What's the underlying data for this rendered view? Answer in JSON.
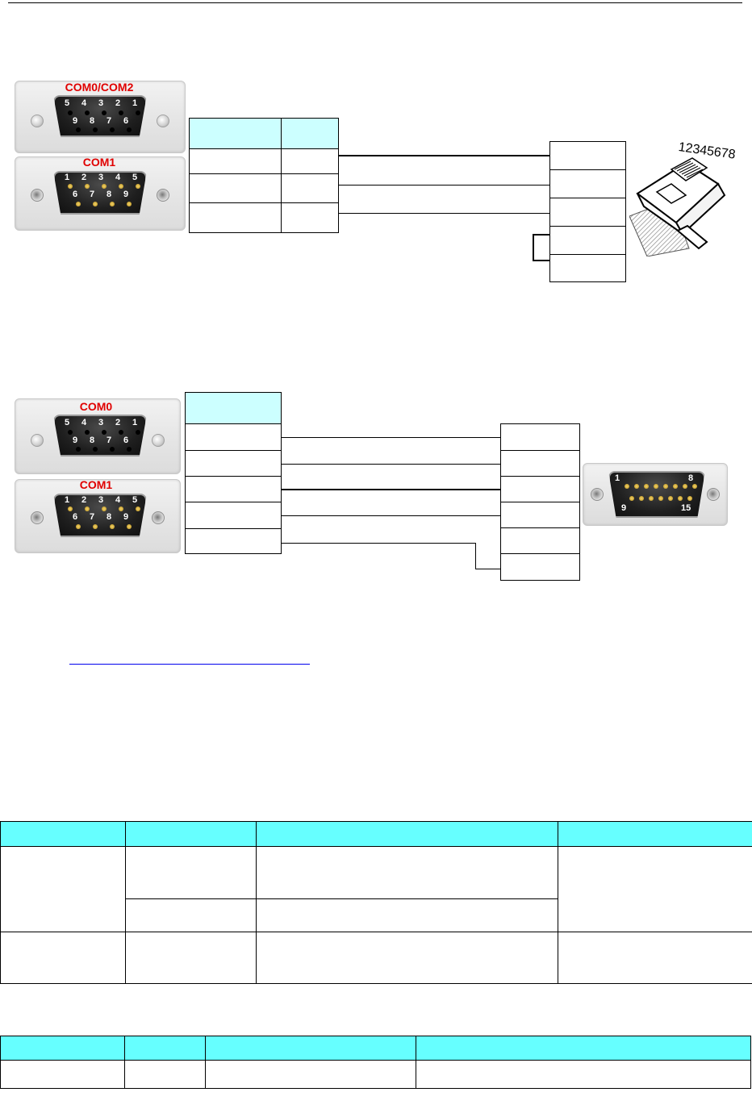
{
  "connectors": {
    "top": {
      "upper_label": "COM0/COM2",
      "lower_label": "COM1"
    },
    "mid": {
      "upper_label": "COM0",
      "lower_label": "COM1"
    },
    "female_pins_top_row": [
      "5",
      "4",
      "3",
      "2",
      "1"
    ],
    "female_pins_bottom_row": [
      "9",
      "8",
      "7",
      "6"
    ],
    "male_pins_top_row": [
      "1",
      "2",
      "3",
      "4",
      "5"
    ],
    "male_pins_bottom_row": [
      "6",
      "7",
      "8",
      "9"
    ]
  },
  "rj45": {
    "pin_numbers": "12345678"
  },
  "db15": {
    "label_1": "1",
    "label_8": "8",
    "label_9": "9",
    "label_15": "15"
  }
}
